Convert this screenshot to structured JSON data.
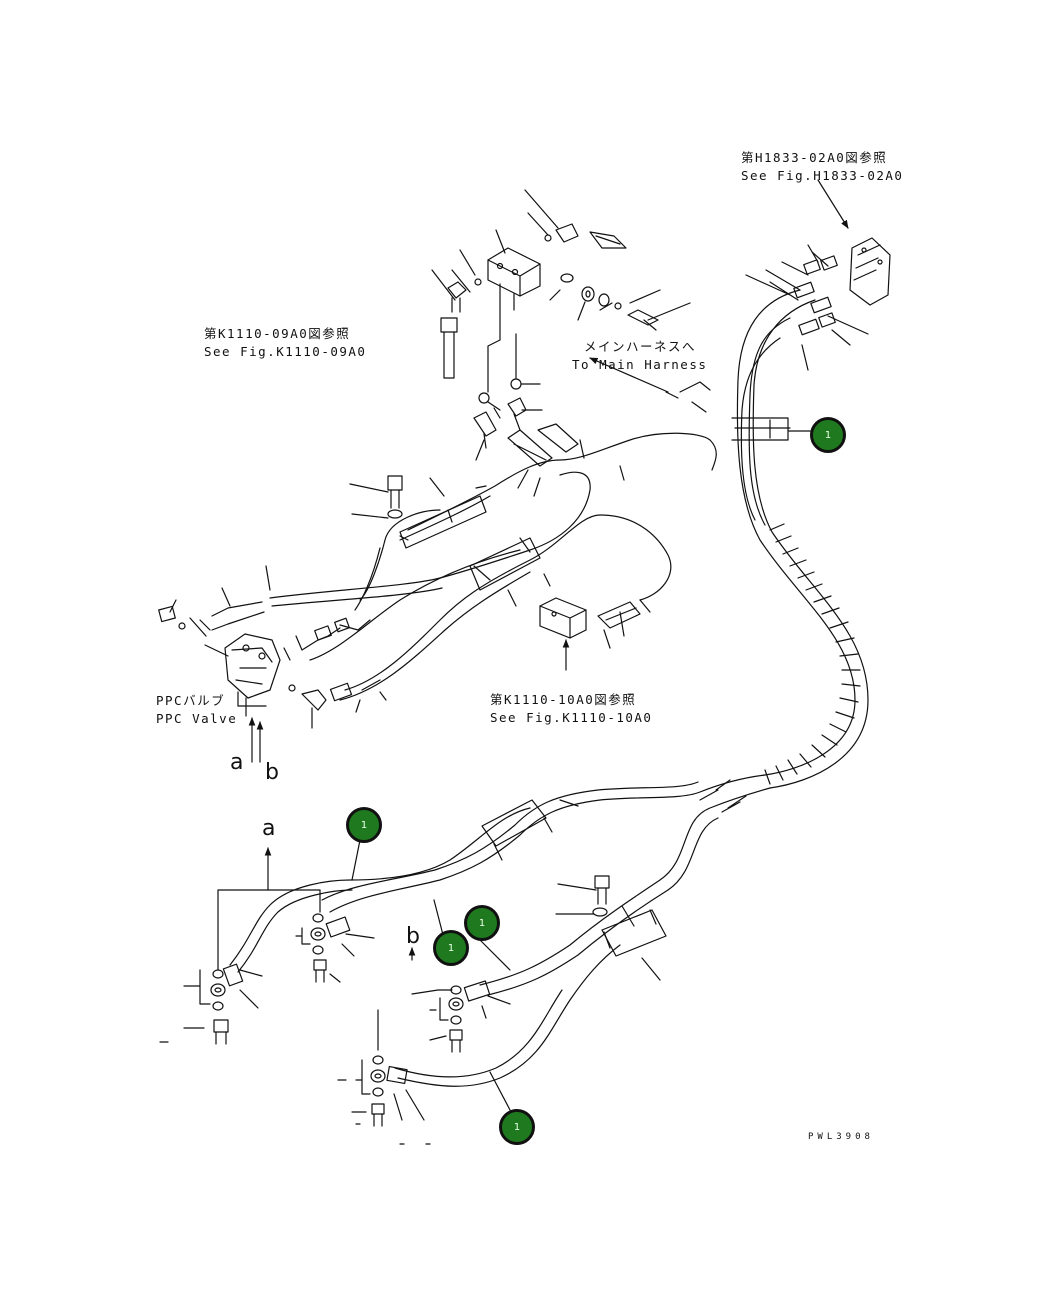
{
  "references": {
    "h1833_jp": "第H1833-02A0図参照",
    "h1833_en": "See Fig.H1833-02A0",
    "k1110_09_jp": "第K1110-09A0図参照",
    "k1110_09_en": "See Fig.K1110-09A0",
    "main_harness_jp": "メインハーネスへ",
    "main_harness_en": "To Main Harness",
    "ppc_jp": "PPCバルブ",
    "ppc_en": "PPC Valve",
    "k1110_10_jp": "第K1110-10A0図参照",
    "k1110_10_en": "See Fig.K1110-10A0"
  },
  "flow_labels": {
    "a_top": "a",
    "b_top": "b",
    "a_lower": "a",
    "b_lower": "b"
  },
  "drawing_code": "PWL3908",
  "callouts": [
    "1",
    "1",
    "1",
    "1",
    "1"
  ],
  "colors": {
    "callout_fill": "#1f7a1f",
    "line": "#111111",
    "background": "#ffffff"
  }
}
